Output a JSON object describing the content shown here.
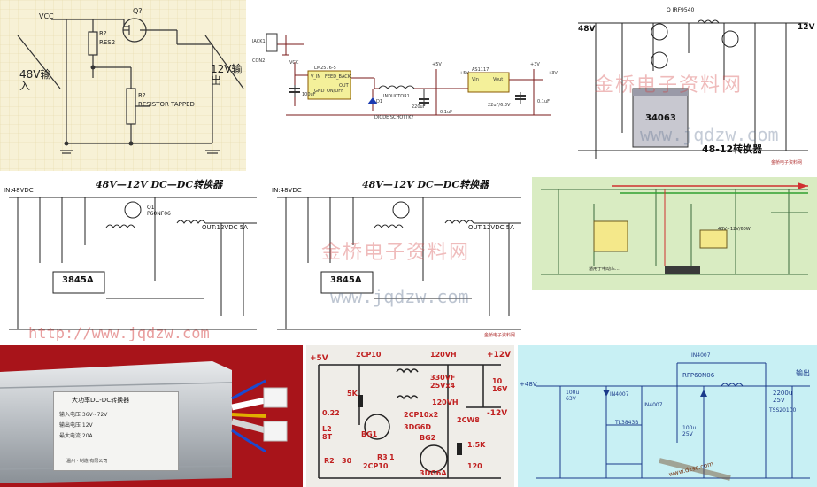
{
  "tiles": [
    {
      "id": "t1",
      "labels": {
        "vcc": "VCC",
        "q": "Q?",
        "res2": "RES2",
        "r": "R?",
        "pot": "RESISTOR TAPPED",
        "r_pot": "R?",
        "in_text": "48V输\n入",
        "out_text": "12V输\n出"
      }
    },
    {
      "id": "t2",
      "labels": {
        "jack": "JACK1",
        "vcc": "VCC",
        "con": "CON2",
        "vin": "V_IN",
        "fb": "FEED_BACK",
        "out": "OUT",
        "gnd": "GND",
        "onoff": "ON/OFF",
        "ic1": "LM2576-5",
        "ind": "INDUCTOR1",
        "diode": "DIODE SCHOTTKY",
        "d": "D1",
        "ic2": "AS1117",
        "vin2": "Vin",
        "vout": "Vout",
        "c1": "100uF",
        "c2": "220uF",
        "c3": "0.1uF",
        "c4": "22uF/6.3V",
        "c5": "0.1uF",
        "v1": "+5V",
        "v2": "+3V",
        "v3": "+5V",
        "v4": "+3V"
      }
    },
    {
      "id": "t3",
      "labels": {
        "v48": "48V",
        "v12": "12V",
        "q": "Q IRF9540",
        "ic": "34063",
        "title": "48-12转换器",
        "wm_cn": "金桥电子资料网",
        "wm_url": "www.jqdzw.com",
        "corner": "金桥电子资料网"
      }
    },
    {
      "id": "t4",
      "labels": {
        "title": "48V—12V DC—DC转换器",
        "in": "IN:48VDC",
        "out": "OUT:12VDC 5A",
        "ic": "3845A",
        "wm_url": "http://www.jqdzw.com",
        "q1": "Q1\nP60NF06"
      }
    },
    {
      "id": "t5",
      "labels": {
        "title": "48V—12V DC—DC转换器",
        "in": "IN:48VDC",
        "out": "OUT:12VDC 5A",
        "ic": "3845A",
        "wm_cn": "金桥电子资料网",
        "wm_url": "www.jqdzw.com",
        "corner": "金桥电子资料网"
      }
    },
    {
      "id": "t6",
      "labels": {
        "ann1": "48V~12V/60W",
        "note": "适用于电动车..."
      }
    },
    {
      "id": "t7",
      "labels": {
        "plate_title": "大功率DC-DC转换器",
        "plate_line1": "输入电压 36V~72V",
        "plate_line2": "输出电压 12V",
        "plate_line3": "最大电流 20A",
        "plate_line4": "",
        "plate_foot": "温州 · 制造 有限公司"
      }
    },
    {
      "id": "t8",
      "labels": {
        "p5": "+5V",
        "p12": "+12V",
        "m12": "-12V",
        "cp10a": "2CP10",
        "cp10b": "2CP10",
        "cp10x2": "2CP10x2",
        "cw8": "2CW8",
        "bg1": "BG1",
        "bg2": "BG2",
        "dg6d": "3DG6D",
        "dg6a": "3DG6A",
        "r5k": "5K",
        "r15k": "1.5K",
        "c022": "0.22",
        "l2": "L2\n8T",
        "r2": "R2",
        "r30": "30",
        "r3": "R3",
        "r1": "1",
        "r120": "120",
        "c330": "330VF\n25Vx4",
        "c120a": "120VH",
        "c120b": "120VH",
        "c16v": "10\n16V"
      }
    },
    {
      "id": "t9",
      "labels": {
        "vin": "+48V",
        "vout": "输出",
        "d1": "IN4007",
        "d2": "IN4007",
        "d3": "IN4007",
        "q": "RFP60N06",
        "c1": "100u\n63V",
        "c2": "2200u\n25V",
        "c3": "100u\n25V",
        "d4": "TSS20100",
        "ic": "TL3843B",
        "wm": "www.dzsc.com"
      }
    }
  ]
}
